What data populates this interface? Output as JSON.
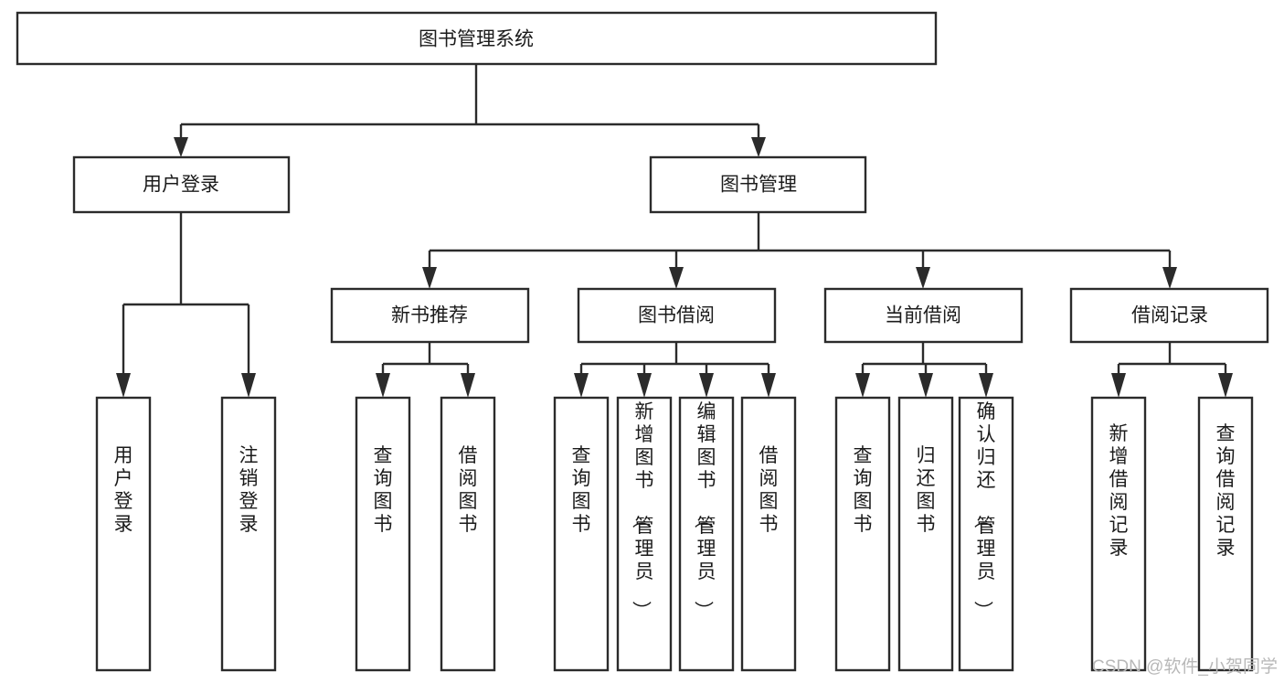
{
  "diagram": {
    "type": "tree-hierarchy",
    "title": "图书管理系统",
    "orientation": "top-down",
    "colors": {
      "box_stroke": "#2b2b2b",
      "box_fill": "#ffffff",
      "connector": "#2b2b2b",
      "text": "#1b1b1b",
      "watermark": "#b8b8b8",
      "background": "#ffffff"
    },
    "root": {
      "label": "图书管理系统"
    },
    "level2": [
      {
        "label": "用户登录"
      },
      {
        "label": "图书管理"
      }
    ],
    "level3": [
      {
        "label": "新书推荐"
      },
      {
        "label": "图书借阅"
      },
      {
        "label": "当前借阅"
      },
      {
        "label": "借阅记录"
      }
    ],
    "leaves": {
      "user_login": [
        {
          "label": "用户登录"
        },
        {
          "label": "注销登录"
        }
      ],
      "new_book_recommend": [
        {
          "label": "查询图书"
        },
        {
          "label": "借阅图书"
        }
      ],
      "book_borrow": [
        {
          "label": "查询图书"
        },
        {
          "label": "新增图书（管理员）"
        },
        {
          "label": "编辑图书（管理员）"
        },
        {
          "label": "借阅图书"
        }
      ],
      "current_borrow": [
        {
          "label": "查询图书"
        },
        {
          "label": "归还图书"
        },
        {
          "label": "确认归还（管理员）"
        }
      ],
      "borrow_record": [
        {
          "label": "新增借阅记录"
        },
        {
          "label": "查询借阅记录"
        }
      ]
    }
  },
  "watermark": {
    "text": "CSDN @软件_小贺同学"
  }
}
